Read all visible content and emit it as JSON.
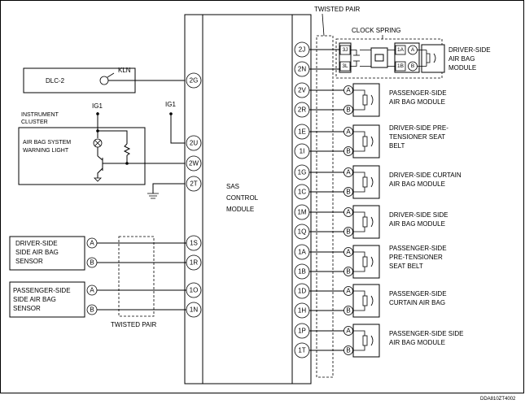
{
  "diagram_code": "DDA810ZT4002",
  "module_title": [
    "SAS",
    "CONTROL",
    "MODULE"
  ],
  "twisted_pair_label": "TWISTED PAIR",
  "clock_spring_label": "CLOCK SPRING",
  "dlc": {
    "name": "DLC-2",
    "wire": "KLN",
    "pin": "2G"
  },
  "instrument_cluster": {
    "title": [
      "INSTRUMENT",
      "CLUSTER"
    ],
    "light": [
      "AIR BAG SYSTEM",
      "WARNING LIGHT"
    ],
    "ig_in": "IG1",
    "ig_pin": "IG1",
    "pin_ig": "2U",
    "pin_light": "2W",
    "pin_gnd": "2T"
  },
  "left_sensors": [
    {
      "label": [
        "DRIVER-SIDE",
        "SIDE AIR BAG",
        "SENSOR"
      ],
      "pins": [
        "1S",
        "1R"
      ],
      "conn": [
        "A",
        "B"
      ]
    },
    {
      "label": [
        "PASSENGER-SIDE",
        "SIDE AIR BAG",
        "SENSOR"
      ],
      "pins": [
        "1O",
        "1N"
      ],
      "conn": [
        "A",
        "B"
      ]
    }
  ],
  "clock_spring_pins": [
    "3J",
    "3L",
    "1A",
    "1B",
    "A",
    "B"
  ],
  "right_devices": [
    {
      "label": [
        "DRIVER-SIDE",
        "AIR BAG",
        "MODULE"
      ],
      "pins": [
        "2J",
        "2N"
      ],
      "conn": [
        "A",
        "B"
      ]
    },
    {
      "label": [
        "PASSENGER-SIDE",
        "AIR BAG MODULE"
      ],
      "pins": [
        "2V",
        "2R"
      ],
      "conn": [
        "A",
        "B"
      ]
    },
    {
      "label": [
        "DRIVER-SIDE PRE-",
        "TENSIONER SEAT",
        "BELT"
      ],
      "pins": [
        "1E",
        "1I"
      ],
      "conn": [
        "A",
        "B"
      ]
    },
    {
      "label": [
        "DRIVER-SIDE CURTAIN",
        "AIR BAG MODULE"
      ],
      "pins": [
        "1G",
        "1C"
      ],
      "conn": [
        "A",
        "B"
      ]
    },
    {
      "label": [
        "DRIVER-SIDE SIDE",
        "AIR BAG MODULE"
      ],
      "pins": [
        "1M",
        "1Q"
      ],
      "conn": [
        "A",
        "B"
      ]
    },
    {
      "label": [
        "PASSENGER-SIDE",
        "PRE-TENSIONER",
        "SEAT BELT"
      ],
      "pins": [
        "1A",
        "1B"
      ],
      "conn": [
        "A",
        "B"
      ]
    },
    {
      "label": [
        "PASSENGER-SIDE",
        "CURTAIN AIR BAG"
      ],
      "pins": [
        "1D",
        "1H"
      ],
      "conn": [
        "A",
        "B"
      ]
    },
    {
      "label": [
        "PASSENGER-SIDE SIDE",
        "AIR BAG MODULE"
      ],
      "pins": [
        "1P",
        "1T"
      ],
      "conn": [
        "A",
        "B"
      ]
    }
  ]
}
